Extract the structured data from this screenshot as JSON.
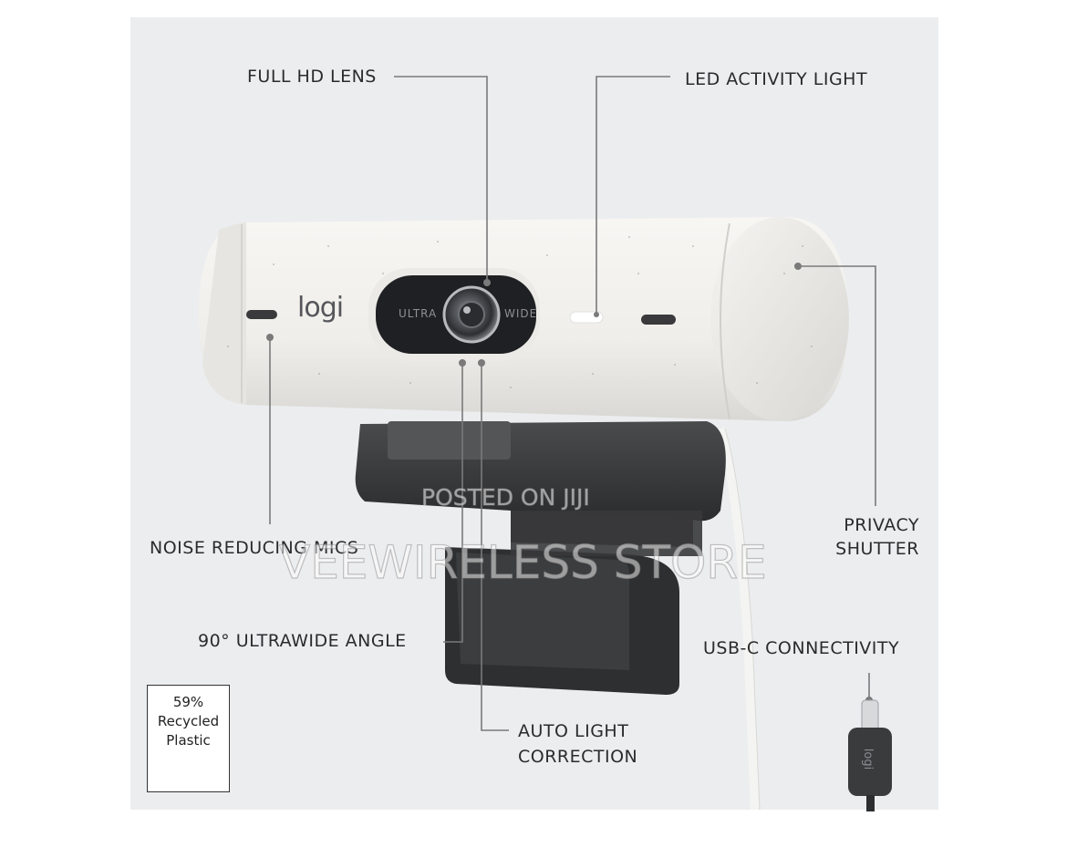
{
  "labels": {
    "full_hd_lens": "FULL HD LENS",
    "led_activity_light": "LED ACTIVITY LIGHT",
    "privacy_shutter_line1": "PRIVACY",
    "privacy_shutter_line2": "SHUTTER",
    "noise_reducing_mics": "NOISE REDUCING MICS",
    "ultrawide_angle": "90° ULTRAWIDE ANGLE",
    "usb_c": "USB-C CONNECTIVITY",
    "auto_light_line1": "AUTO LIGHT",
    "auto_light_line2": "CORRECTION"
  },
  "camera": {
    "brand_logo": "logi",
    "lens_left_text": "ULTRA",
    "lens_right_text": "WIDE",
    "connector_logo": "logi"
  },
  "badge": {
    "line1": "59%",
    "line2": "Recycled",
    "line3": "Plastic",
    "icon": "recycle-icon"
  },
  "watermark": {
    "line1": "POSTED ON JIJI",
    "line2": "VEEWIRELESS STORE"
  },
  "colors": {
    "panel_bg": "#ecedef",
    "camera_body": "#f2f1ee",
    "stand": "#3a3b3d",
    "label_text": "#2a2b2d",
    "leader_line": "#777777"
  }
}
